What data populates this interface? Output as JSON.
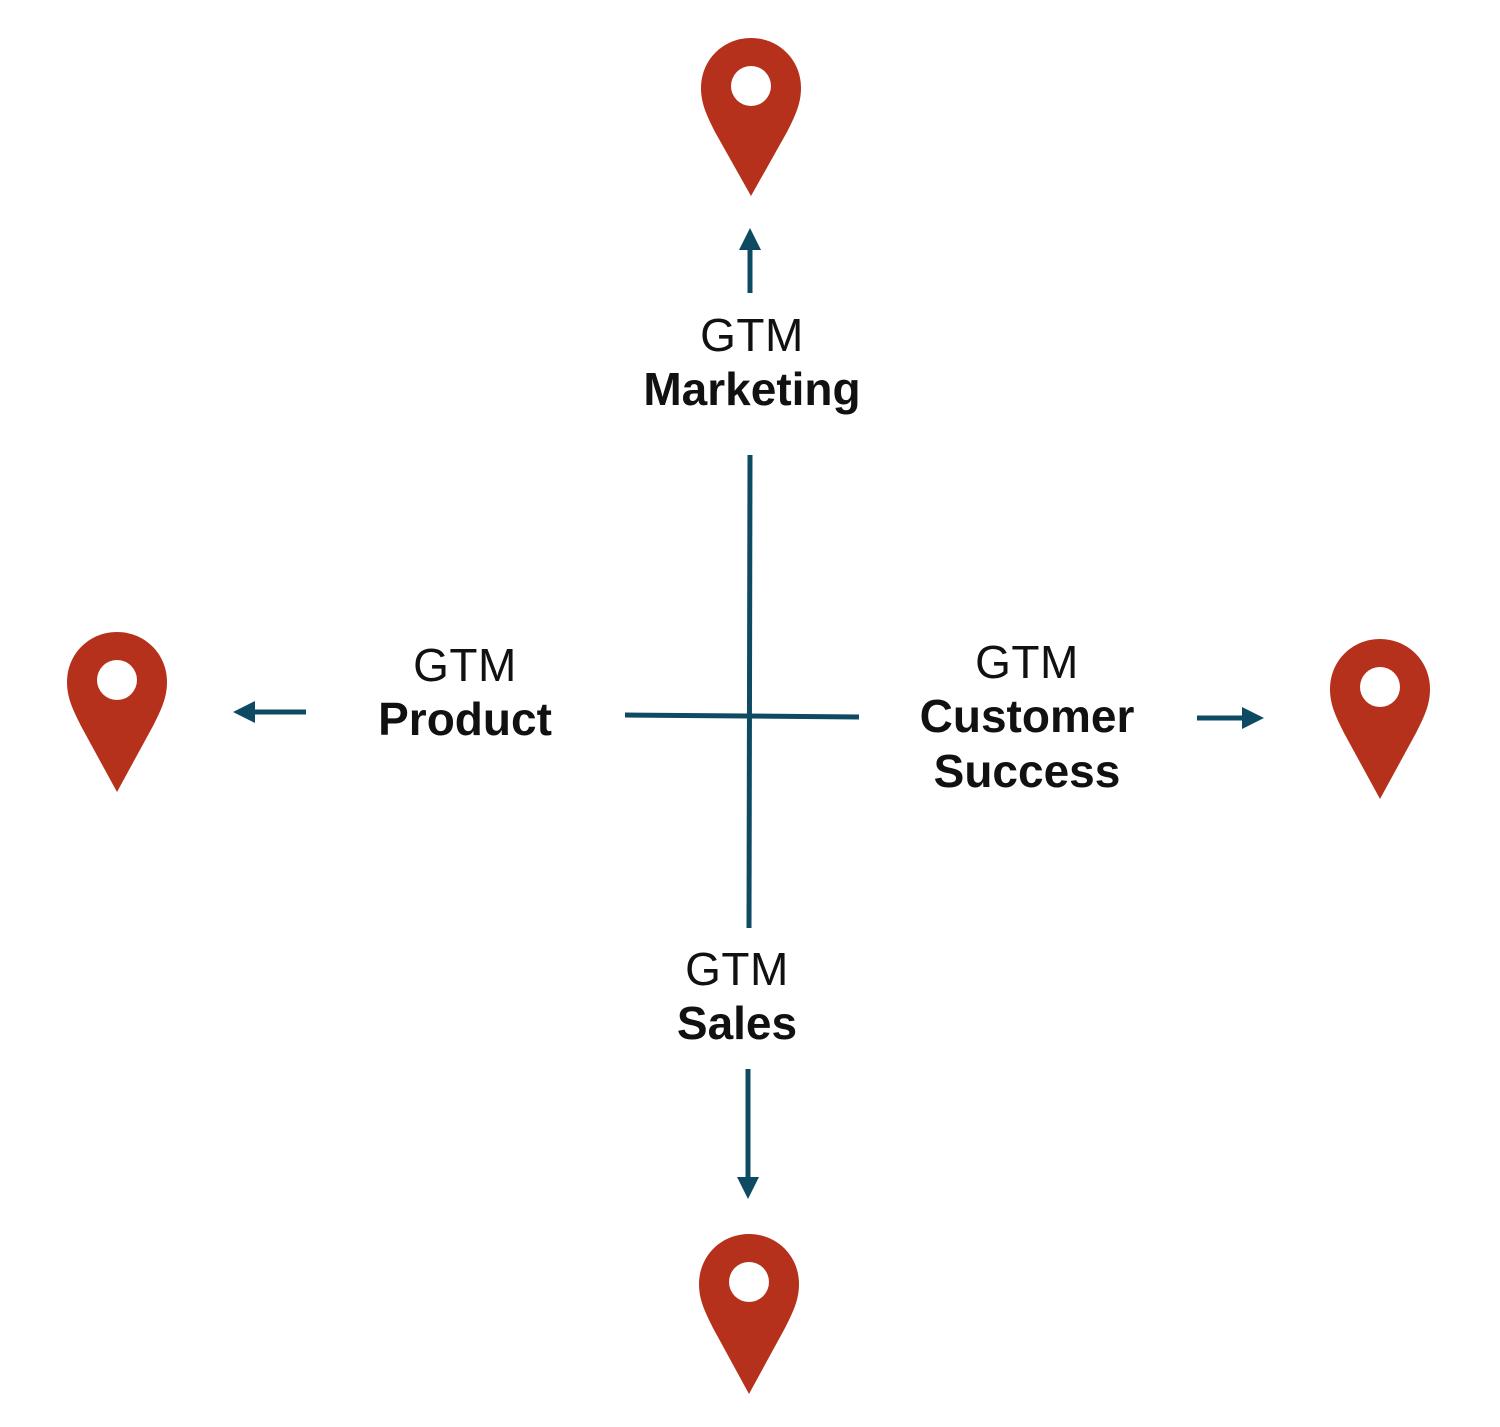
{
  "colors": {
    "pin": "#b5311c",
    "line": "#0f4a63"
  },
  "icons": {
    "pin": "map-pin-icon"
  },
  "branches": {
    "top": {
      "prefix": "GTM",
      "name": "Marketing"
    },
    "left": {
      "prefix": "GTM",
      "name": "Product"
    },
    "right": {
      "prefix": "GTM",
      "name_line1": "Customer",
      "name_line2": "Success"
    },
    "bottom": {
      "prefix": "GTM",
      "name": "Sales"
    }
  }
}
